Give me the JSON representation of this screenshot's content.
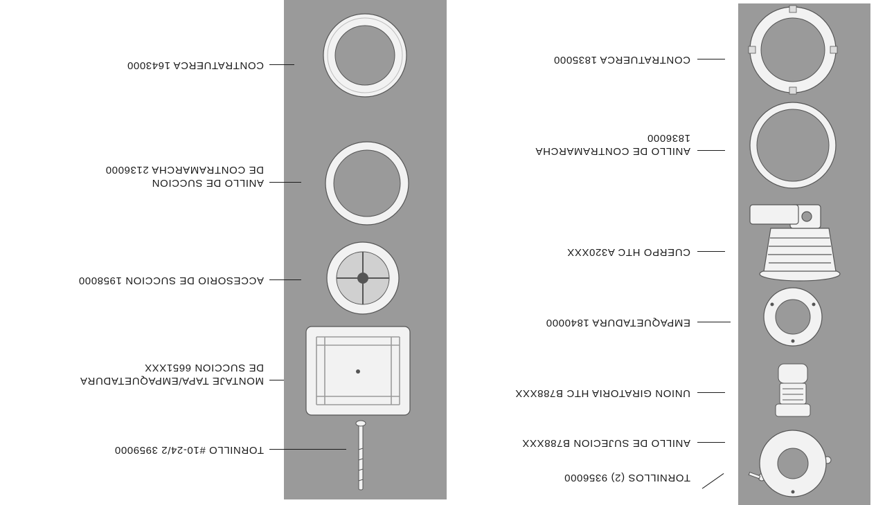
{
  "orientation": "rotated-180",
  "colors": {
    "strip": "#9a9a9a",
    "part": "#f2f2f2",
    "outline": "#555555",
    "text": "#1a1a1a"
  },
  "left_column": {
    "parts": [
      {
        "label_lines": [
          "TORNILLOS (2) 9356000"
        ],
        "icon": "screws-icon"
      },
      {
        "label_lines": [
          "ANILLO DE SUJECION B788XXX"
        ],
        "icon": "retaining-ring-icon"
      },
      {
        "label_lines": [
          "UNION GIRATORIA HTC B788XXX"
        ],
        "icon": "swivel-union-icon"
      },
      {
        "label_lines": [
          "EMPAQUETADURA 1840000"
        ],
        "icon": "gasket-icon"
      },
      {
        "label_lines": [
          "CUERPO HTC A320XXX"
        ],
        "icon": "body-icon"
      },
      {
        "label_lines": [
          "ANILLO DE CONTRAMARCHA",
          "1836000"
        ],
        "icon": "counter-ring-icon"
      },
      {
        "label_lines": [
          "CONTRATUERCA 1835000"
        ],
        "icon": "locknut-icon"
      }
    ]
  },
  "right_column": {
    "parts": [
      {
        "label_lines": [
          "TORNILLO #10-24/2 3959000"
        ],
        "icon": "screw-icon"
      },
      {
        "label_lines": [
          "MONTAJE TAPA/EMPAQUETADURA",
          "DE SUCCION 6651XXX"
        ],
        "icon": "suction-cover-icon"
      },
      {
        "label_lines": [
          "ACCESORIO DE SUCCION 1958000"
        ],
        "icon": "suction-fitting-icon"
      },
      {
        "label_lines": [
          "ANILLO DE SUCCION",
          "DE CONTRAMARCHA 2136000"
        ],
        "icon": "suction-ring-icon"
      },
      {
        "label_lines": [
          "CONTRATUERCA 1643000"
        ],
        "icon": "locknut-icon"
      }
    ]
  }
}
